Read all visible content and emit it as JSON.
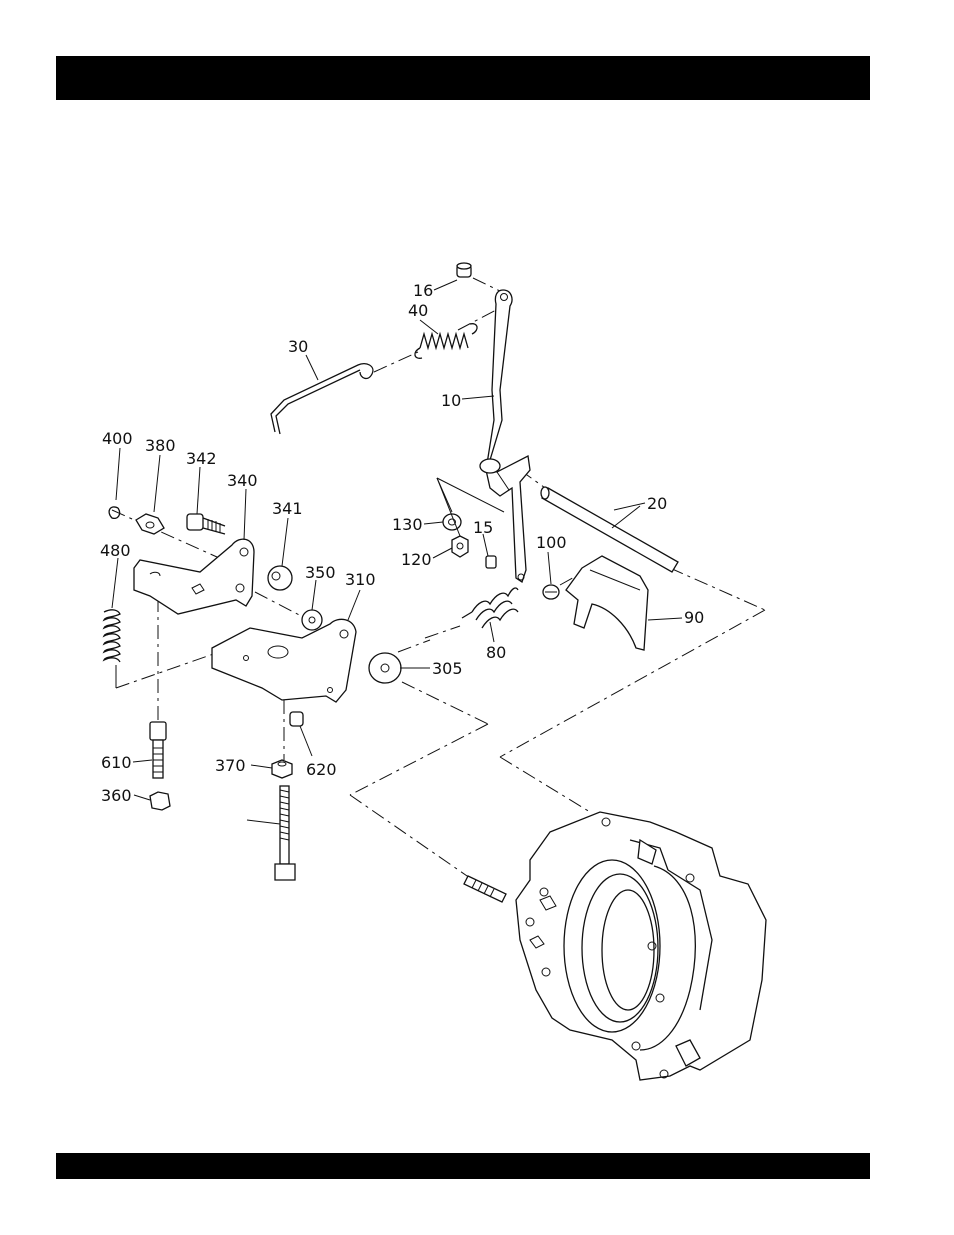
{
  "diagram": {
    "callouts": [
      "16",
      "40",
      "30",
      "10",
      "400",
      "380",
      "342",
      "340",
      "341",
      "20",
      "130",
      "15",
      "120",
      "100",
      "480",
      "350",
      "310",
      "80",
      "90",
      "305",
      "610",
      "370",
      "620",
      "360"
    ]
  }
}
